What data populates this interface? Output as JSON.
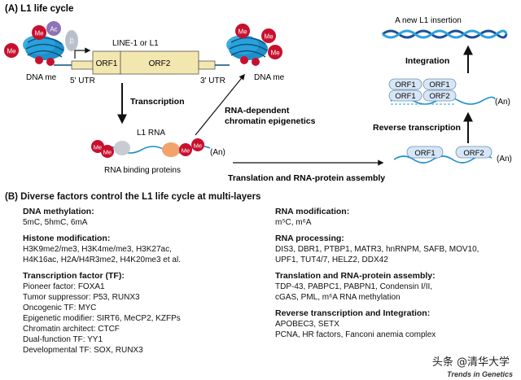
{
  "panel_a": {
    "heading": "(A) L1 life cycle",
    "me": "Me",
    "ac": "Ac",
    "tf": "TF",
    "line1": "LINE-1 or L1",
    "orf1": "ORF1",
    "orf2": "ORF2",
    "utr5": "5' UTR",
    "utr3": "3' UTR",
    "dna_me": "DNA me",
    "transcription": "Transcription",
    "l1_rna": "L1 RNA",
    "an": "(An)",
    "rna_binding": "RNA binding proteins",
    "rna_dep_1": "RNA-dependent",
    "rna_dep_2": "chromatin epigenetics",
    "translation": "Translation and RNA-protein assembly",
    "new_insertion": "A new L1 insertion",
    "integration": "Integration",
    "reverse_transcription": "Reverse transcription"
  },
  "panel_b": {
    "heading": "(B)  Diverse factors control the L1 life cycle at multi-layers",
    "left": [
      {
        "heading": "DNA methylation:",
        "lines": [
          "5mC, 5hmC, 6mA"
        ]
      },
      {
        "heading": "Histone modification:",
        "lines": [
          "H3K9me2/me3, H3K4me/me3, H3K27ac,",
          "H4K16ac, H2A/H4R3me2, H4K20me3 et al."
        ]
      },
      {
        "heading": "Transcription factor (TF):",
        "lines": [
          "Pioneer factor: FOXA1",
          "Tumor suppressor: P53, RUNX3",
          "Oncogenic TF: MYC",
          "Epigenetic modifier: SIRT6, MeCP2, KZFPs",
          "Chromatin architect: CTCF",
          "Dual-function TF: YY1",
          "Developmental TF: SOX, RUNX3"
        ]
      }
    ],
    "right": [
      {
        "heading": "RNA modification:",
        "lines": [
          "m⁵C, m⁶A"
        ]
      },
      {
        "heading": "RNA processing:",
        "lines": [
          "DIS3, DBR1, PTBP1, MATR3, hnRNPM, SAFB, MOV10,",
          "UPF1, TUT4/7, HELZ2, DDX42"
        ]
      },
      {
        "heading": "Translation and RNA-protein assembly:",
        "lines": [
          "TDP-43, PABPC1, PABPN1, Condensin I/II,",
          "cGAS, PML, m⁶A RNA methylation"
        ]
      },
      {
        "heading": "Reverse transcription and Integration:",
        "lines": [
          "APOBEC3, SETX",
          "PCNA, HR factors, Fanconi anemia complex"
        ]
      }
    ]
  },
  "watermark": {
    "main": "头条 @清华大学",
    "sub": "Trends in Genetics"
  }
}
